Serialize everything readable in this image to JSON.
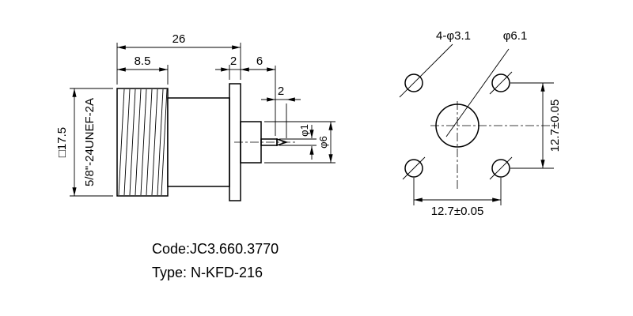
{
  "side_view": {
    "total_length": "26",
    "thread_length": "8.5",
    "flange_thickness": "2",
    "pin_length": "6",
    "pin_tip_length": "2",
    "flange_square": "□17.5",
    "thread_spec": "5/8\"-24UNEF-2A",
    "pin_diameter": "φ1",
    "insulator_diameter": "φ6"
  },
  "end_view": {
    "mounting_holes": "4-φ3.1",
    "center_hole": "φ6.1",
    "hole_spacing_horizontal": "12.7±0.05",
    "hole_spacing_vertical": "12.7±0.05"
  },
  "title_block": {
    "code": "Code:JC3.660.3770",
    "type": "Type: N-KFD-216"
  },
  "colors": {
    "line": "#000000",
    "background": "#ffffff"
  }
}
